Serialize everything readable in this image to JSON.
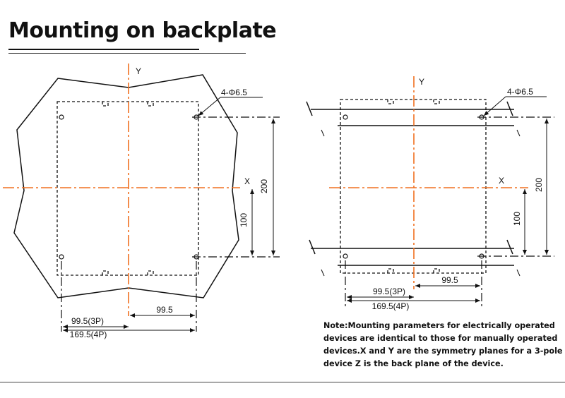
{
  "title": "Mounting on backplate",
  "left_drawing": {
    "axis_y_label": "Y",
    "axis_x_label": "X",
    "hole_label": "4-Φ6.5",
    "dim_height": "200",
    "dim_half_height": "100",
    "dim_half_width": "99.5",
    "dim_3p": "99.5(3P)",
    "dim_4p": "169.5(4P)"
  },
  "right_drawing": {
    "axis_y_label": "Y",
    "axis_x_label": "X",
    "hole_label": "4-Φ6.5",
    "dim_height": "200",
    "dim_half_height": "100",
    "dim_half_width": "99.5",
    "dim_3p": "99.5(3P)",
    "dim_4p": "169.5(4P)"
  },
  "note": {
    "lines": [
      "Note:Mounting parameters for electrically operated",
      "devices are identical to those for manually operated",
      "devices.X and Y are the symmetry planes for a 3-pole",
      "device Z is the back plane of the device."
    ]
  },
  "colors": {
    "axis": "#f07020",
    "ink": "#111111"
  }
}
